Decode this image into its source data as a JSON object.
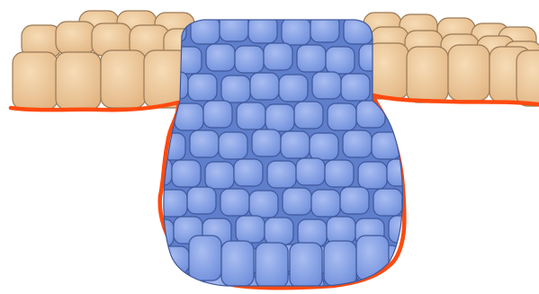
{
  "diagram": {
    "subject": "",
    "colors": {
      "background": "#ffffff",
      "tan_cell_fill": "#e8bf8f",
      "tan_cell_highlight": "#f6dcb6",
      "tan_cell_stroke": "#9a7a56",
      "blue_cell_fill": "#7e9be0",
      "blue_cell_highlight": "#a9bdf1",
      "blue_cell_stroke": "#3f579c",
      "basement_line": "#ff4a0f"
    },
    "parts": [
      {
        "id": "left-epithelium",
        "kind": "tan-cell-layer"
      },
      {
        "id": "right-epithelium",
        "kind": "tan-cell-layer"
      },
      {
        "id": "invasive-mass",
        "kind": "blue-cell-cluster"
      },
      {
        "id": "basement-membrane",
        "kind": "orange-outline"
      }
    ]
  }
}
